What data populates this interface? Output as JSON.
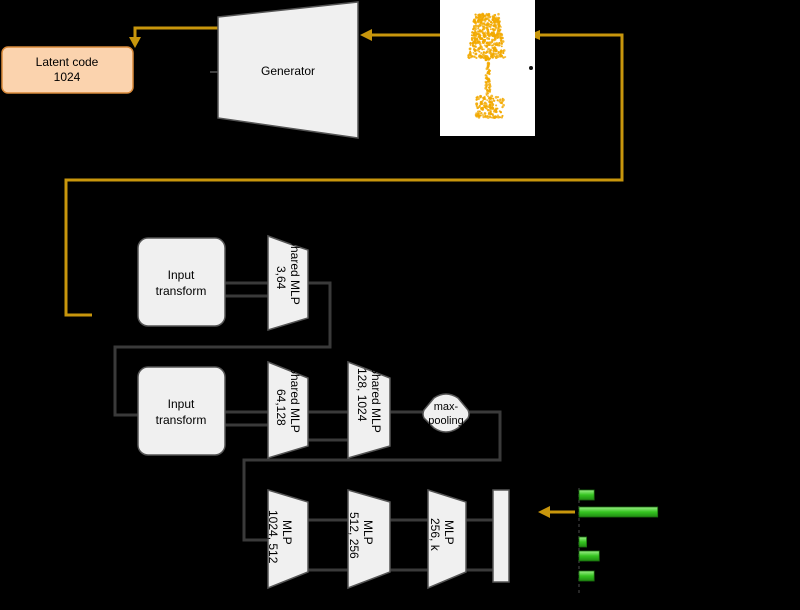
{
  "latent": {
    "line1": "Latent code",
    "line2": "1024"
  },
  "generator": {
    "label": "Generator"
  },
  "encoder": {
    "input_transform_1": {
      "line1": "Input",
      "line2": "transform"
    },
    "shared_mlp_1": {
      "line1": "Shared MLP",
      "line2": "3,64"
    },
    "input_transform_2": {
      "line1": "Input",
      "line2": "transform"
    },
    "shared_mlp_2": {
      "line1": "Shared MLP",
      "line2": "64,128"
    },
    "shared_mlp_3": {
      "line1": "Shared MLP",
      "line2": "128, 1024"
    },
    "max_pooling": {
      "line1": "max-",
      "line2": "pooling"
    }
  },
  "classifier": {
    "mlp_1": {
      "line1": "MLP",
      "line2": "1024, 512"
    },
    "mlp_2": {
      "line1": "MLP",
      "line2": "512, 256"
    },
    "mlp_3": {
      "line1": "MLP",
      "line2": "256, k"
    }
  },
  "colors": {
    "flow_arrow": "#c8960c",
    "latent_fill": "#fbd3ae",
    "latent_border": "#d98a3a",
    "block_fill": "#f0f0f0",
    "connector": "#3a3a3a",
    "point_cloud": "#f2a900",
    "bar_green": "#35c420"
  },
  "score_bars": [
    0.12,
    0.62,
    0.06,
    0.16,
    0.12
  ]
}
